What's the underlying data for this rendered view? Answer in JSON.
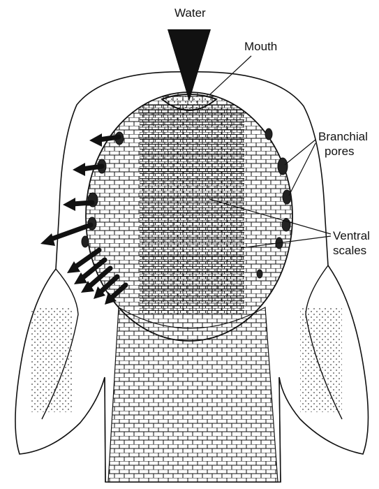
{
  "labels": {
    "water": "Water",
    "mouth": "Mouth",
    "branchial_line1": "Branchial",
    "branchial_line2": "pores",
    "ventral_line1": "Ventral",
    "ventral_line2": "scales"
  },
  "colors": {
    "ink": "#111111",
    "background": "#ffffff"
  }
}
